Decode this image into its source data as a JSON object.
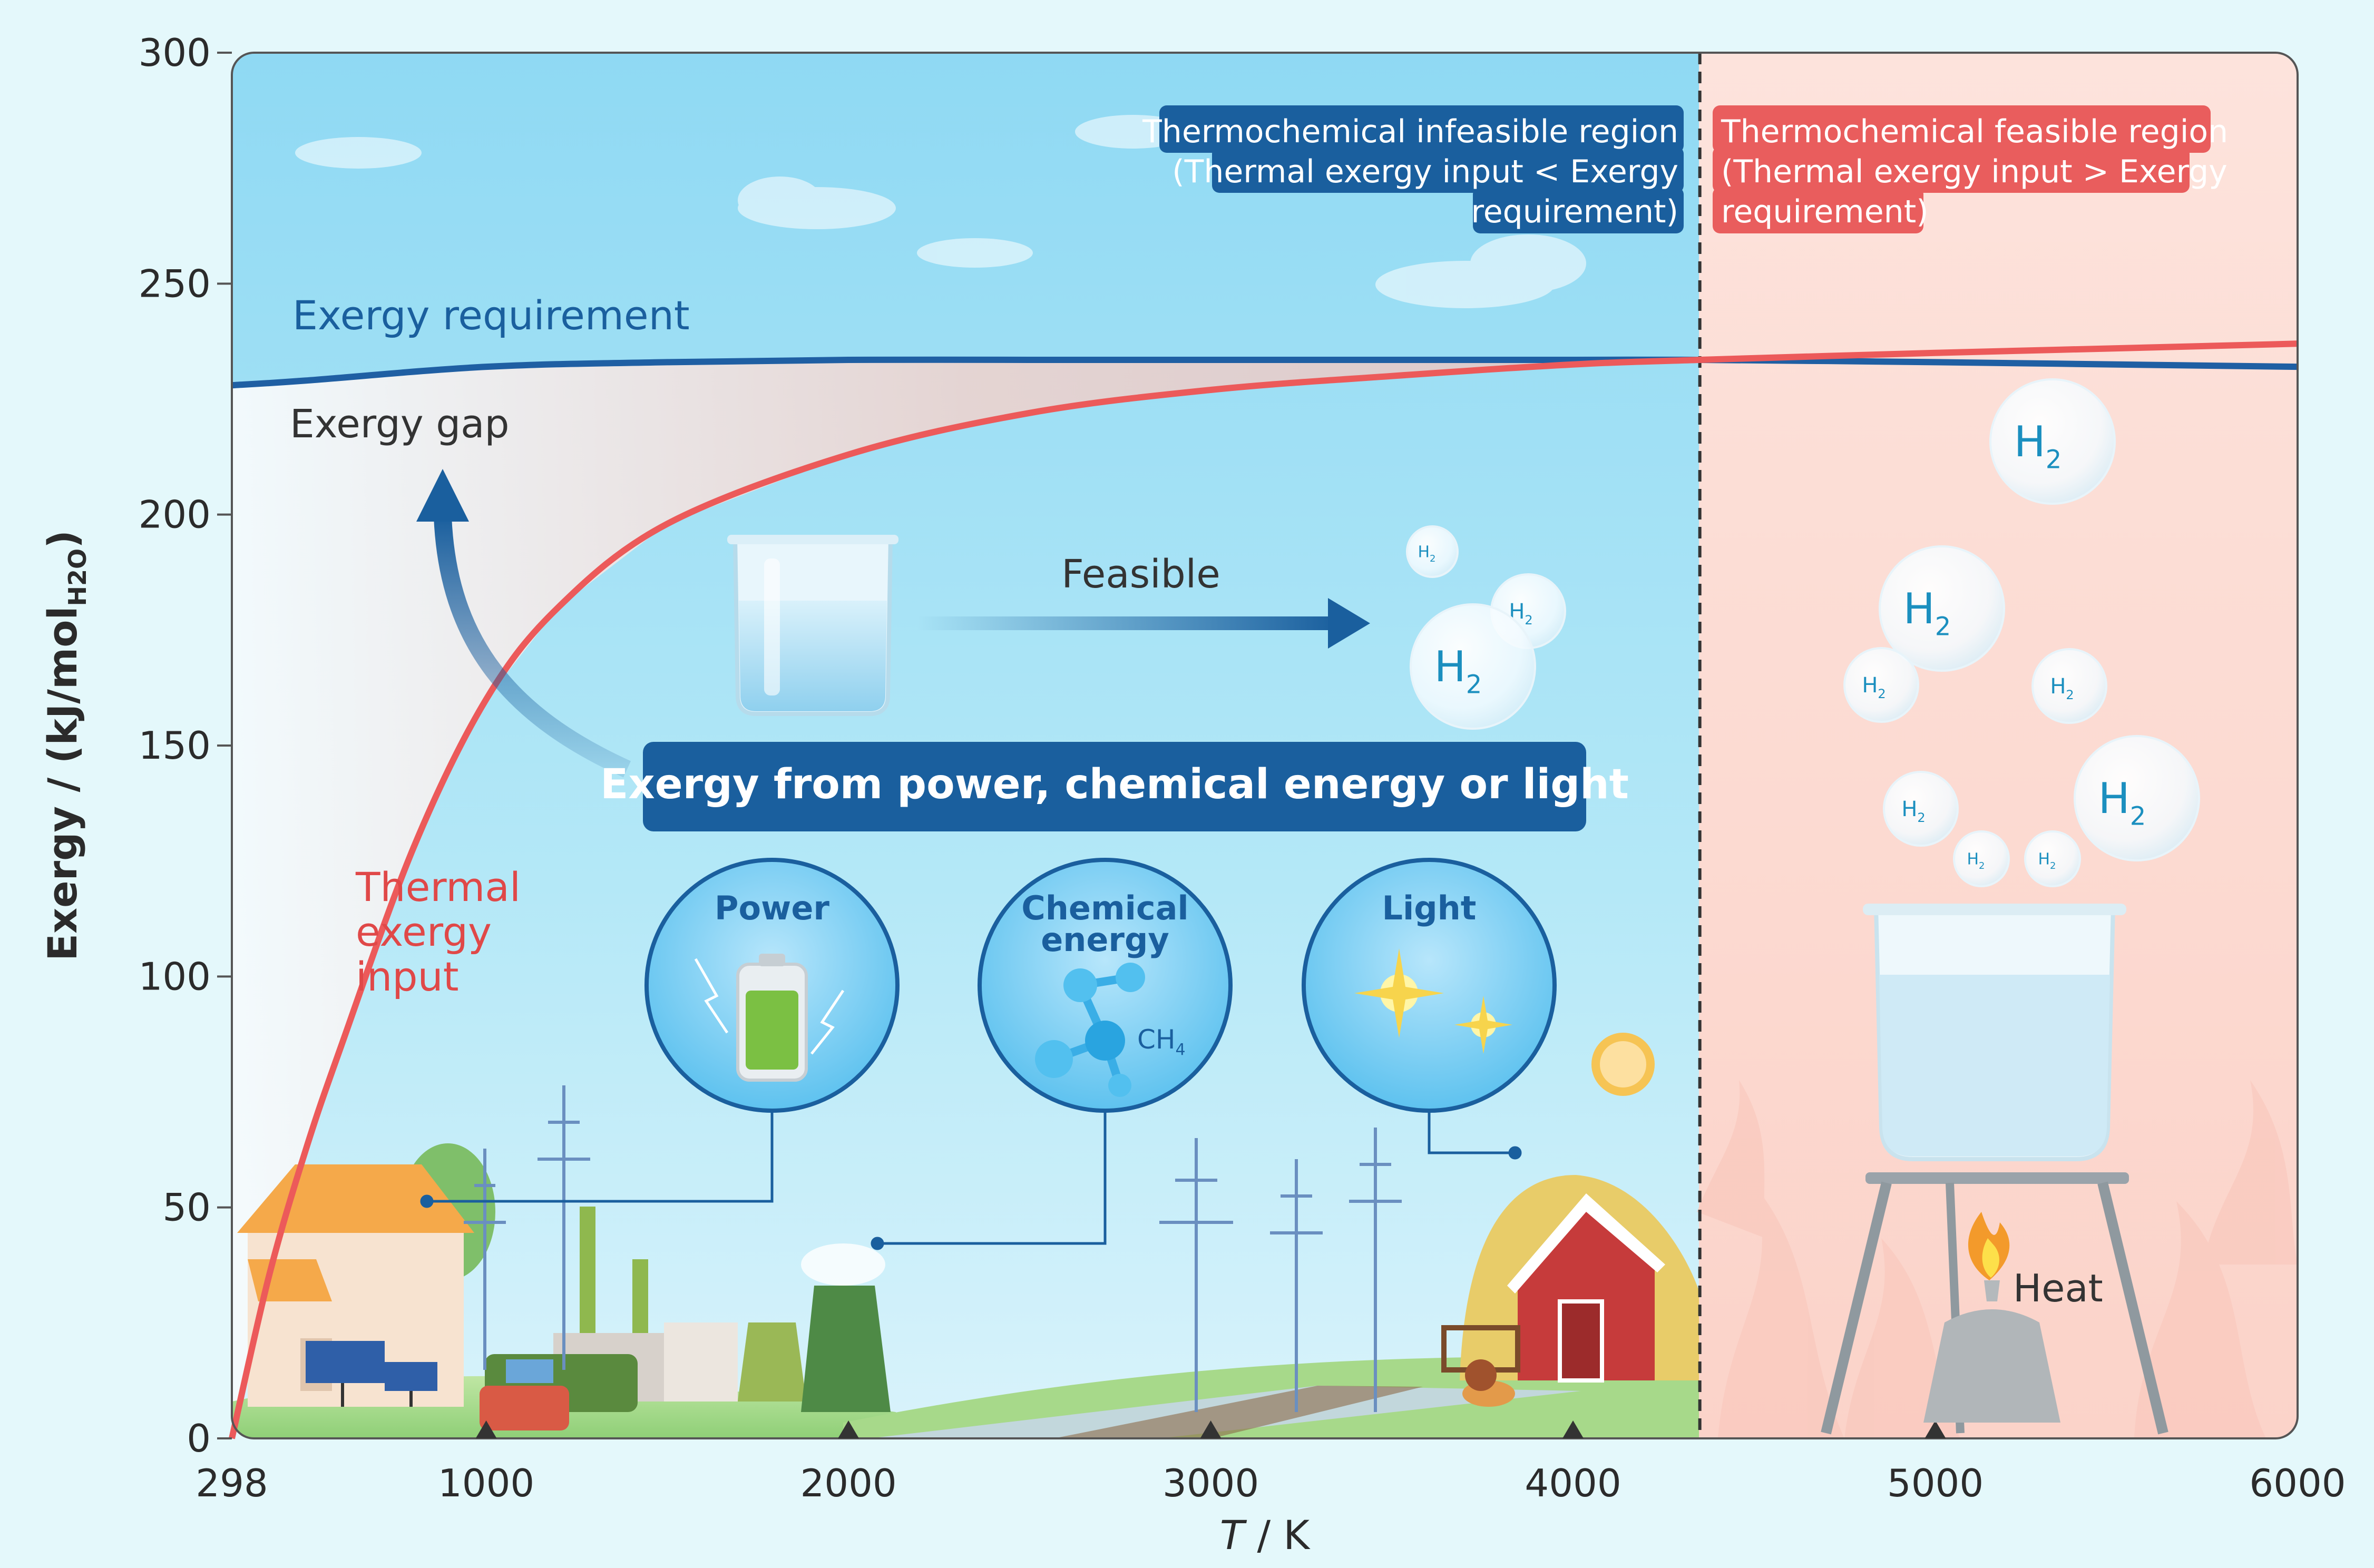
{
  "chart_data": {
    "type": "line",
    "xlabel_italic": "T",
    "xlabel_rest": " / K",
    "ylabel_main": "Exergy / (kJ/mol",
    "ylabel_sub": "H2O",
    "ylabel_end": ")",
    "xlim": [
      298,
      6000
    ],
    "ylim": [
      0,
      300
    ],
    "x_ticks": [
      298,
      1000,
      2000,
      3000,
      4000,
      5000,
      6000
    ],
    "y_ticks": [
      0,
      50,
      100,
      150,
      200,
      250,
      300
    ],
    "grid": false,
    "boundary_x": 4350,
    "series": [
      {
        "name": "Exergy requirement",
        "color": "#1f5fa3",
        "x": [
          298,
          500,
          1000,
          1500,
          2000,
          2500,
          3000,
          3500,
          4000,
          4350,
          5000,
          5500,
          6000
        ],
        "y": [
          228,
          229,
          232,
          233,
          233.5,
          233.5,
          233.5,
          233.5,
          233.5,
          233.5,
          233,
          232.5,
          232
        ]
      },
      {
        "name": "Thermal exergy input",
        "color": "#ec5a5a",
        "x": [
          298,
          400,
          500,
          600,
          800,
          1000,
          1200,
          1500,
          2000,
          2500,
          3000,
          3500,
          4000,
          4350,
          5000,
          5500,
          6000
        ],
        "y": [
          0,
          35,
          62,
          85,
          128,
          160,
          180,
          198,
          213,
          222,
          227,
          230,
          232.5,
          233.5,
          235,
          236,
          237
        ]
      }
    ],
    "annotations": {
      "exergy_requirement": "Exergy requirement",
      "exergy_gap": "Exergy gap",
      "thermal_input": [
        "Thermal",
        "exergy",
        "input"
      ],
      "infeasible_region": [
        "Thermochemical infeasible region",
        "(Thermal exergy input < Exergy",
        "requirement)"
      ],
      "feasible_region": [
        "Thermochemical feasible region",
        "(Thermal exergy input > Exergy",
        "requirement)"
      ],
      "feasible": "Feasible",
      "exergy_source_banner": "Exergy from power, chemical energy or light",
      "circle_power": "Power",
      "circle_chemical": [
        "Chemical",
        "energy"
      ],
      "circle_light": "Light",
      "ch4_main": "CH",
      "ch4_sub": "4",
      "h2_main": "H",
      "h2_sub": "2",
      "heat": "Heat"
    },
    "colors": {
      "left_region_bg": "#a6e1f5",
      "right_region_bg": "#fddfd8",
      "infeasible_label_bg": "#1a5f9e",
      "feasible_label_bg": "#e95d5d",
      "banner_bg": "#1a5f9e"
    }
  }
}
